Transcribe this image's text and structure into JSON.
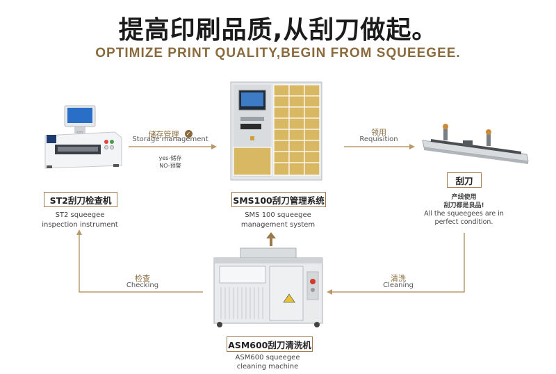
{
  "header": {
    "title_cn": "提高印刷品质,从刮刀做起。",
    "title_en": "OPTIMIZE PRINT QUALITY,BEGIN FROM SQUEEGEE."
  },
  "nodes": {
    "st2": {
      "label": "ST2刮刀检查机",
      "desc_line1": "ST2 squeegee",
      "desc_line2": "inspection instrument",
      "device_text": "ST2"
    },
    "sms100": {
      "label": "SMS100刮刀管理系统",
      "desc_line1": "SMS 100 squeegee",
      "desc_line2": "management system"
    },
    "squeegee": {
      "label": "刮刀",
      "note_cn_line1": "产线使用",
      "note_cn_line2": "刮刀都是良品!",
      "note_en_line1": "All the squeegees are in",
      "note_en_line2": "perfect condition."
    },
    "asm600": {
      "label": "ASM600刮刀清洗机",
      "desc_line1": "ASM600 squeegee",
      "desc_line2": "cleaning machine"
    }
  },
  "edges": {
    "storage": {
      "cn": "储存管理",
      "en": "Storage management",
      "sub_line1": "yes-储存",
      "sub_line2": "NO-预警"
    },
    "requisition": {
      "cn": "领用",
      "en": "Requisition"
    },
    "checking": {
      "cn": "检查",
      "en": "Checking"
    },
    "cleaning": {
      "cn": "清洗",
      "en": "Cleaning"
    }
  },
  "colors": {
    "accent": "#9a7a4a",
    "accent_text": "#8a6a3c",
    "arrow_line": "#b89a6a",
    "check_badge": "#8a6a3c"
  }
}
